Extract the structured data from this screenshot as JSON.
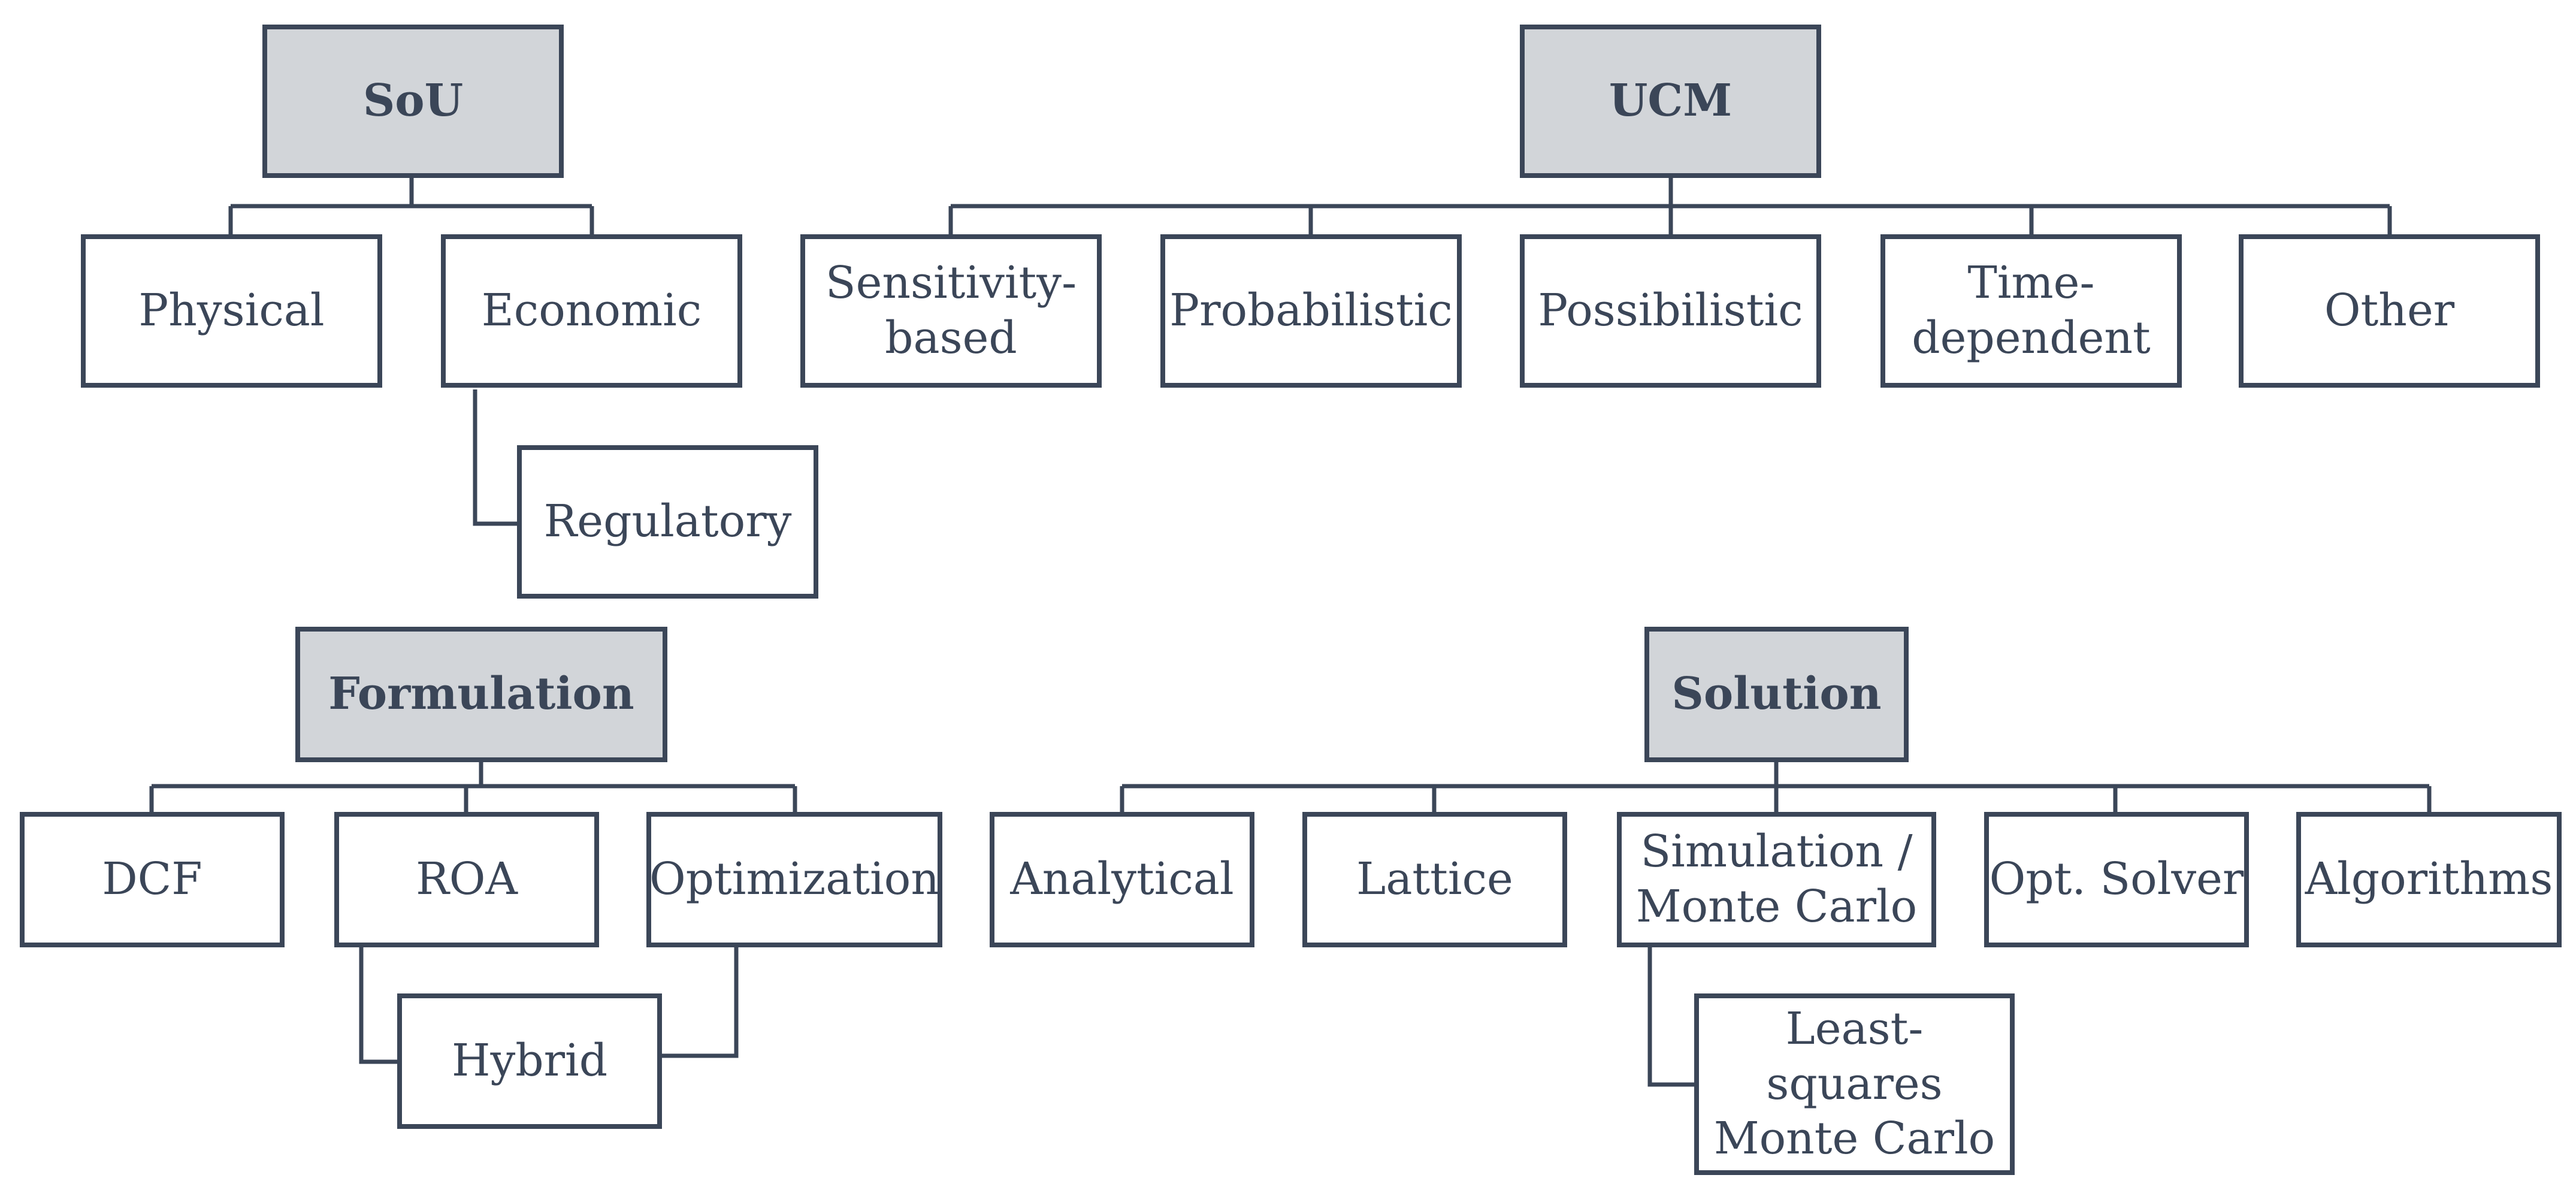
{
  "sou": {
    "title": "SoU",
    "physical": "Physical",
    "economic": "Economic",
    "regulatory": "Regulatory"
  },
  "ucm": {
    "title": "UCM",
    "sensitivity_line1": "Sensitivity-",
    "sensitivity_line2": "based",
    "probabilistic": "Probabilistic",
    "possibilistic": "Possibilistic",
    "time_line1": "Time-",
    "time_line2": "dependent",
    "other": "Other"
  },
  "formulation": {
    "title": "Formulation",
    "dcf": "DCF",
    "roa": "ROA",
    "optimization": "Optimization",
    "hybrid": "Hybrid"
  },
  "solution": {
    "title": "Solution",
    "analytical": "Analytical",
    "lattice": "Lattice",
    "simulation_line1": "Simulation /",
    "simulation_line2": "Monte Carlo",
    "opt_solver": "Opt. Solver",
    "algorithms": "Algorithms",
    "lsmc_line1": "Least-squares",
    "lsmc_line2": "Monte Carlo"
  }
}
